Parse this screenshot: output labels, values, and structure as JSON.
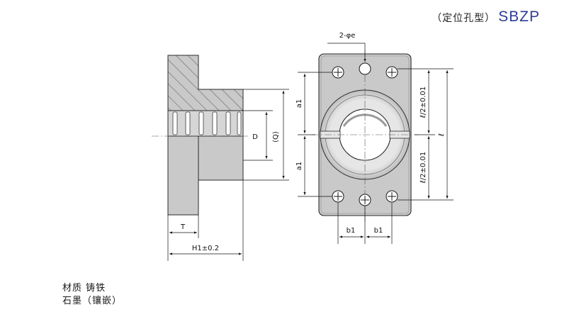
{
  "title": {
    "label": "（定位孔型）",
    "code": "SBZP",
    "code_color": "#2c3c94"
  },
  "dimensions": {
    "hole_spec": "2-φe",
    "d_label": "D",
    "q_label": "(Q)",
    "a1_top": "a1",
    "a1_bottom": "a1",
    "l_half_top": "ℓ/2±0.01",
    "l_half_bottom": "ℓ/2±0.01",
    "l_total": "ℓ",
    "b1_left": "b1",
    "b1_right": "b1",
    "t_label": "T",
    "h1_label": "H1±0.2"
  },
  "materials": {
    "line1": "材质  铸铁",
    "line2": "石墨（镶嵌）"
  },
  "colors": {
    "body_fill": "#c9c9c9",
    "outline": "#2a2a2a",
    "accent_blue": "#2c3c94"
  }
}
